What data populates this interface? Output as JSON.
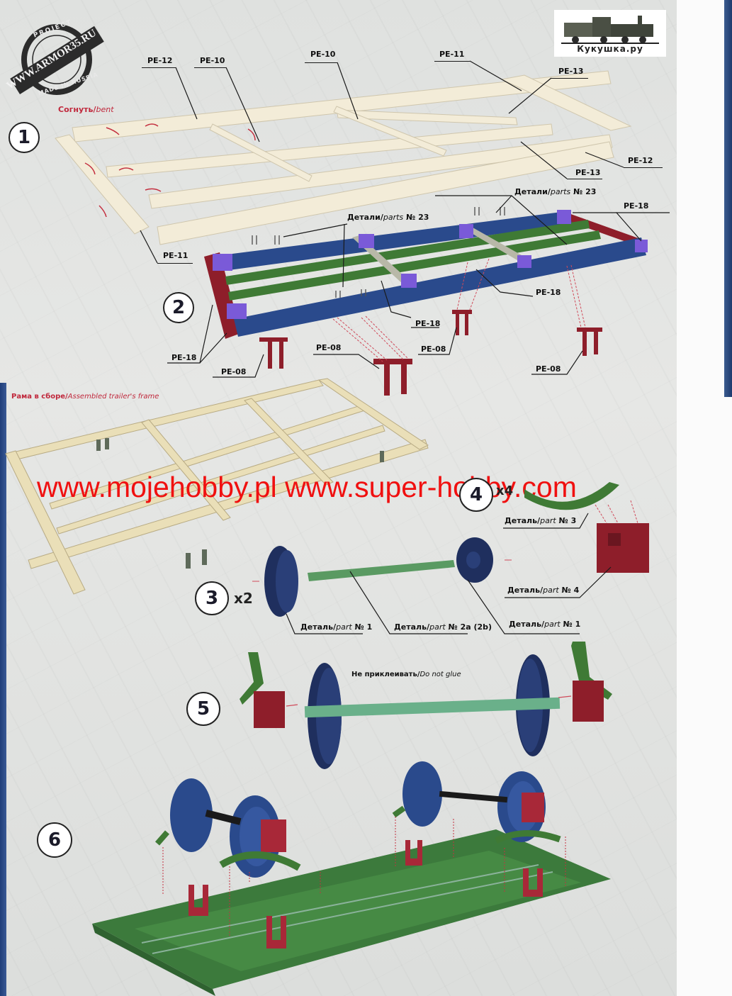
{
  "logos": {
    "armor35_stamp": {
      "top_arc": "PROJECT",
      "center": "WWW.ARMOR35.RU",
      "bottom_arc": "MADE IN RUSSIA"
    },
    "kukushka": {
      "text": "Кукушка.ру"
    }
  },
  "watermark": {
    "text": "www.mojehobby.pl www.super-hobby.com",
    "color": "#f01010"
  },
  "steps": [
    {
      "number": "1",
      "notes": [
        {
          "ru": "Согнуть",
          "en": "bent"
        }
      ],
      "callouts": [
        "PE-12",
        "PE-10",
        "PE-10",
        "PE-11",
        "PE-13",
        "PE-12",
        "PE-13",
        "PE-11"
      ]
    },
    {
      "number": "2",
      "callouts": [
        {
          "ru": "Детали",
          "en": "parts",
          "num": "№ 23"
        },
        {
          "ru": "Детали",
          "en": "parts",
          "num": "№ 23"
        },
        "PE-18",
        "PE-18",
        "PE-18",
        "PE-18",
        "PE-08",
        "PE-08",
        "PE-08",
        "PE-08"
      ]
    },
    {
      "number": "3",
      "multiplier": "x2",
      "callouts": [
        {
          "ru": "Деталь",
          "en": "part",
          "num": "№ 1"
        },
        {
          "ru": "Деталь",
          "en": "part",
          "num": "№ 2a (2b)"
        },
        {
          "ru": "Деталь",
          "en": "part",
          "num": "№ 1"
        }
      ]
    },
    {
      "number": "4",
      "multiplier": "x4",
      "callouts": [
        {
          "ru": "Деталь",
          "en": "part",
          "num": "№ 3"
        },
        {
          "ru": "Деталь",
          "en": "part",
          "num": "№ 4"
        }
      ]
    },
    {
      "number": "5",
      "notes": [
        {
          "ru": "Не приклеивать",
          "en": "Do not glue"
        }
      ]
    },
    {
      "number": "6"
    }
  ],
  "assembled_caption": {
    "ru": "Рама в сборе",
    "en": "Assembled trailer's frame"
  },
  "colors": {
    "frame_blue": "#2a4a8c",
    "rail_green": "#3f7a35",
    "bracket_red": "#8e1e2a",
    "pe_cream": "#f3ecd8",
    "purple_block": "#7a5ad8",
    "note_red": "#c0283c"
  }
}
